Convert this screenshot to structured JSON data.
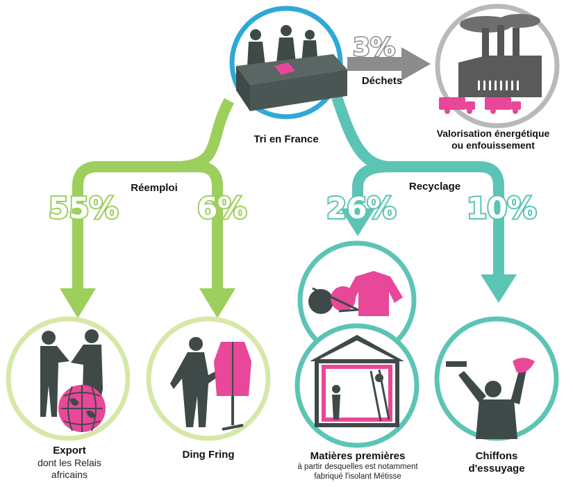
{
  "nodes": {
    "source": {
      "label": "Tri en France"
    },
    "waste": {
      "label_line1": "Valorisation énergétique",
      "label_line2": "ou enfouissement"
    },
    "export": {
      "label": "Export",
      "sub_line1": "dont les Relais",
      "sub_line2": "africains"
    },
    "ding_fring": {
      "label": "Ding Fring"
    },
    "raw_materials": {
      "label": "Matières premières",
      "sub_line1": "à partir desquelles est notamment",
      "sub_line2": "fabriqué l'isolant Métisse"
    },
    "rags": {
      "label_line1": "Chiffons",
      "label_line2": "d'essuyage"
    }
  },
  "flows": {
    "dechets": {
      "pct": "3%",
      "label": "Déchets"
    },
    "reemploi": {
      "label": "Réemploi"
    },
    "recyclage": {
      "label": "Recyclage"
    },
    "export": {
      "pct": "55%"
    },
    "ding_fring": {
      "pct": "6%"
    },
    "matieres": {
      "pct": "26%"
    },
    "chiffons": {
      "pct": "10%"
    }
  },
  "colors": {
    "green": "#9ccf5c",
    "teal": "#5cc4b4",
    "gray": "#8c8c8c",
    "pink": "#e8479a",
    "dark": "#3f4a48",
    "blue_ring": "#2ea9d6",
    "light_green_ring": "#d6e8a8",
    "gray_ring": "#b9b9b9"
  }
}
